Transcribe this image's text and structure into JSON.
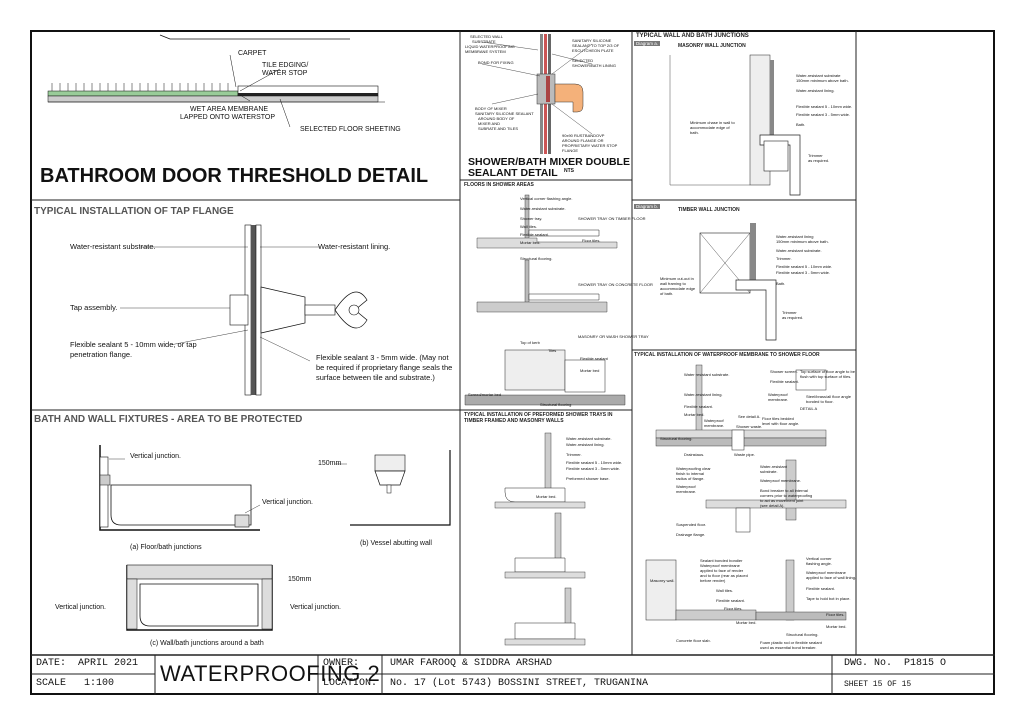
{
  "threshold": {
    "title": "BATHROOM DOOR THRESHOLD DETAIL",
    "labels": [
      "CARPET",
      "TILE EDGING/",
      "WATER STOP",
      "WET AREA MEMBRANE",
      "LAPPED ONTO WATERSTOP",
      "SELECTED FLOOR SHEETING"
    ]
  },
  "mixer": {
    "title_line1": "SHOWER/BATH MIXER DOUBLE",
    "title_line2": "SEALANT DETAIL",
    "nts": "NTS",
    "labels": [
      "SELECTED WALL",
      "SUBSTRATE",
      "LIQUID WATERPROOFING",
      "MEMBRANE SYSTEM",
      "BOND FOR FIXING",
      "BODY OF MIXER",
      "SANITARY SILICONE SEALANT",
      "AROUND BODY OF",
      "MIXER AND",
      "SUBRATE AND TILES",
      "SANITARY SILICONE",
      "SEALANT TO TOP 2/3 OF",
      "ESCUTCHEON PLATE",
      "SELECTED",
      "SHOWER/BATH LINING",
      "90x90 RUSTBANDOVP",
      "AROUND FLANGE OR",
      "PROPRIETARY WATER STOP",
      "FLANGE"
    ]
  },
  "tap": {
    "title": "TYPICAL INSTALLATION OF TAP FLANGE",
    "labels": [
      "Water-resistant substrate.",
      "Water-resistant lining.",
      "Tap assembly.",
      "Flexible sealant 5 - 10mm wide, or tap",
      "penetration flange.",
      "Flexible sealant 3 - 5mm wide. (May not",
      "be required if proprietary flange seals the",
      "surface between tile and substrate.)"
    ]
  },
  "bath": {
    "title": "BATH AND WALL FIXTURES - AREA TO BE PROTECTED",
    "labels": [
      "Vertical junction.",
      "Vertical junction.",
      "(a) Floor/bath junctions",
      "150mm",
      "(b) Vessel abutting wall",
      "150mm",
      "Vertical junction.",
      "Vertical junction.",
      "(c) Wall/bath junctions around a bath"
    ]
  },
  "shower_floors": {
    "title": "FLOORS IN SHOWER AREAS",
    "labels": [
      "Vertical corner flashing angle.",
      "Water-resistant substrate.",
      "Shower tray.",
      "SHOWER TRAY ON TIMBER FLOOR",
      "Wall tiles.",
      "Flexible sealant.",
      "Floor tiles.",
      "Mortar bed.",
      "Structural flooring.",
      "SHOWER TRAY ON CONCRETE FLOOR",
      "MASONRY OR WASH SHOWER TRAY",
      "Top of kerb",
      "Tiles",
      "Flexible sealant",
      "Mortar bed",
      "Screed/mortar bed",
      "Structural flooring"
    ]
  },
  "trays": {
    "title": "TYPICAL INSTALLATION OF PREFORMED SHOWER TRAYS IN TIMBER FRAMED AND MASONRY WALLS",
    "labels": [
      "Water-resistant substrate.",
      "Water-resistant lining.",
      "Trimmer.",
      "Flexible sealant 5 - 10mm wide.",
      "Flexible sealant 3 - 5mm wide.",
      "Mortar bed.",
      "Preformed shower base."
    ]
  },
  "junctions": {
    "title": "TYPICAL WALL AND BATH JUNCTIONS",
    "diag_a": "Diagram a.",
    "masonry_title": "MASONRY WALL JUNCTION",
    "diag_b": "Diagram b.",
    "timber_title": "TIMBER WALL JUNCTION",
    "labels_a": [
      "Water-resistant substrate",
      "150mm minimum above bath.",
      "Water-resistant lining.",
      "Minimum chase in wall to",
      "accommodate edge of",
      "bath.",
      "Flexible sealant 5 - 10mm wide.",
      "Flexible sealant 3 - 5mm wide.",
      "Bath.",
      "Trimmer",
      "as required."
    ],
    "labels_b": [
      "Water-resistant lining",
      "150mm minimum above bath.",
      "Water-resistant substrate.",
      "Trimmer.",
      "Flexible sealant 5 - 10mm wide.",
      "Flexible sealant 3 - 5mm wide.",
      "Minimum cut-out in",
      "wall framing to",
      "accommodate edge",
      "of bath.",
      "Bath.",
      "Trimmer",
      "as required."
    ]
  },
  "membrane": {
    "title": "TYPICAL INSTALLATION OF WATERPROOF MEMBRANE TO SHOWER FLOOR",
    "labels": [
      "Water resistant substrate.",
      "Shower screen.",
      "Flexible sealant.",
      "Top surface of floor angle to be",
      "flush with top surface of tiles.",
      "Waterproof",
      "membrane.",
      "Water-resistant lining.",
      "Flexible sealant.",
      "Mortar bed.",
      "Waterproof",
      "membrane.",
      "Shower waste.",
      "See detail A.",
      "Floor tiles bedded",
      "level with floor angle.",
      "Steel/brass/all floor angle",
      "bonded to floor.",
      "DETAIL A",
      "Structural flooring.",
      "Drainstaus.",
      "Waste pipe.",
      "Waterproofing clear",
      "finish to internal",
      "radius of flange.",
      "Waterproof",
      "membrane.",
      "Water-resistant",
      "substrate.",
      "Waterproof membrane.",
      "Bond breaker to all internal",
      "corners prior to waterproofing",
      "to act as movement joint",
      "(see detail A).",
      "Suspended floor.",
      "Drainage flange.",
      "Sealant bonded bondier",
      "Waterproof membrane",
      "applied to face of render",
      "and to floor (rear as placed",
      "before render)",
      "Masonry wall.",
      "Wall tiles.",
      "Flexible sealant.",
      "Floor tiles.",
      "Mortar bed.",
      "Concrete floor slab.",
      "Vertical corner",
      "flashing angle.",
      "Waterproof membrane",
      "applied to face of wall lining.",
      "Flexible sealant.",
      "Tape to hold bot in place.",
      "Floor tiles.",
      "Mortar bed.",
      "Structural flooring.",
      "Foam plastic rod or flexible sealant",
      "used as essential bond breaker."
    ]
  },
  "titleblock": {
    "date_label": "DATE:",
    "date_value": "APRIL 2021",
    "scale_label": "SCALE",
    "scale_value": "1:100",
    "project_title": "WATERPROOFING 2",
    "owner_label": "OWNER:",
    "owner_value": "UMAR FAROOQ & SIDDRA ARSHAD",
    "location_label": "LOCATION:",
    "location_value": "No. 17 (Lot 5743) BOSSINI STREET, TRUGANINA",
    "dwg_label": "DWG. No.",
    "dwg_value": "P1815 O",
    "sheet_label": "SHEET 15 OF 15"
  }
}
